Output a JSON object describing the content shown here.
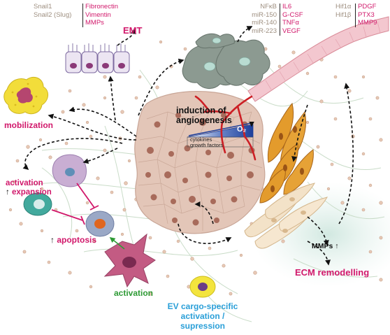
{
  "emt": {
    "left_items": [
      "Snail1",
      "Snail2 (Slug)"
    ],
    "right_items": [
      "Fibronectin",
      "Vimentin",
      "MMPs"
    ],
    "title": "EMT"
  },
  "mirna": {
    "left_items": [
      "NFκB",
      "miR-150",
      "miR-140",
      "miR-223"
    ],
    "right_items": [
      "IL6",
      "G-CSF",
      "TNFα",
      "VEGF"
    ]
  },
  "hif": {
    "left_items": [
      "Hif1α",
      "Hif1β"
    ],
    "right_items": [
      "PDGF",
      "PTX3",
      "MMP9"
    ]
  },
  "labels": {
    "mobilization": "mobilization",
    "angiogenesis": "induction of angiogenesis",
    "o2": "O₂",
    "cytokines": "cytokines",
    "growth_factors": "growth factors",
    "activation_expansion_line1": "activation",
    "activation_expansion_line2": "expansion",
    "apoptosis": "apoptosis",
    "activation": "activation",
    "mmps": "MMPs",
    "ecm_remodelling": "ECM remodelling",
    "ev_cargo": "EV cargo-specific activation / supression"
  },
  "colors": {
    "accent_pink": "#d1186b",
    "tan_text": "#9e8f80",
    "activation_green": "#2e9a35",
    "ev_blue": "#2a9fd8",
    "tumor": "#e3c6b8",
    "vessel_red": "#cc1f25"
  }
}
